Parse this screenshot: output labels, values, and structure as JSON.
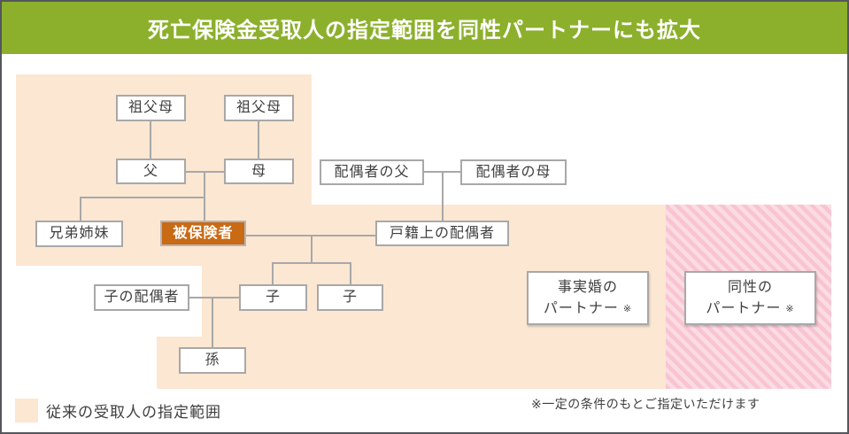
{
  "header": {
    "title": "死亡保険金受取人の指定範囲を同性パートナーにも拡大"
  },
  "colors": {
    "header_bg": "#8cb02c",
    "covered_bg": "#fce7d2",
    "stripe_dark": "#f9c4d2",
    "stripe_light": "#fbdce3",
    "insured_bg": "#c96a15",
    "box_border": "#a8a8a8",
    "frame_border": "#55565b",
    "text": "#3f3f3f"
  },
  "tree": {
    "grandparents_paternal": "祖父母",
    "grandparents_maternal": "祖父母",
    "father": "父",
    "mother": "母",
    "spouse_father": "配偶者の父",
    "spouse_mother": "配偶者の母",
    "siblings": "兄弟姉妹",
    "insured": "被保険者",
    "legal_spouse": "戸籍上の配偶者",
    "child_spouse": "子の配偶者",
    "child_1": "子",
    "child_2": "子",
    "grandchild": "孫",
    "defacto_partner_line1": "事実婚の",
    "defacto_partner_line2": "パートナー",
    "same_sex_partner_line1": "同性の",
    "same_sex_partner_line2": "パートナー",
    "ref_mark": "※"
  },
  "legend": {
    "label": "従来の受取人の指定範囲"
  },
  "footnote": "※一定の条件のもとご指定いただけます"
}
